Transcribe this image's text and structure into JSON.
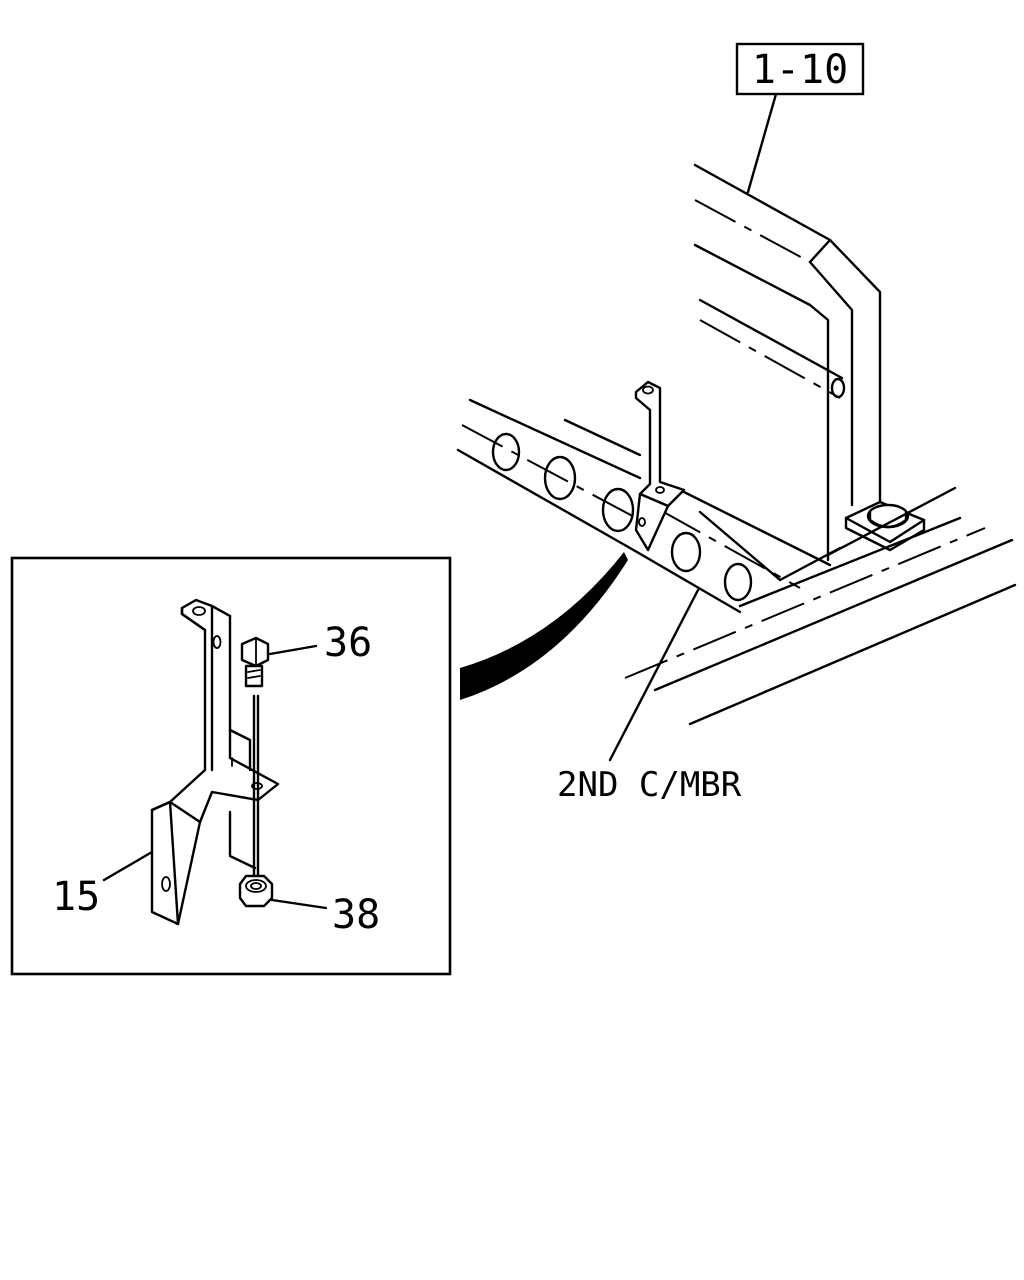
{
  "callouts": {
    "ref_box": "1-10",
    "part_36": "36",
    "part_38": "38",
    "part_15": "15",
    "member": "2ND C/MBR"
  },
  "colors": {
    "line": "#000000",
    "background": "#ffffff"
  }
}
